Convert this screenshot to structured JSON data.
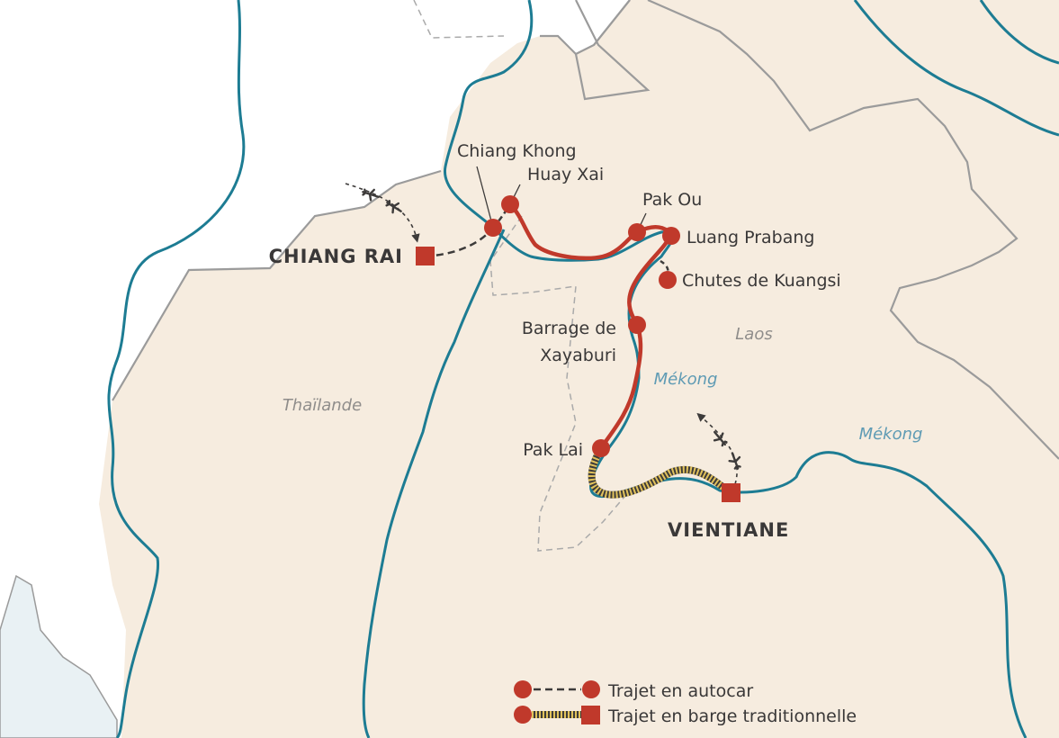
{
  "colors": {
    "land": "#f6ecdf",
    "land_light": "#e9f1f4",
    "border": "#9b9b9b",
    "river": "#1d7c93",
    "route": "#c0392b",
    "barge_stripe": "#e1c25c",
    "coach_dash": "#3d3b3a"
  },
  "cities": {
    "chiang_khong": "Chiang Khong",
    "huay_xai": "Huay Xai",
    "pak_ou": "Pak Ou",
    "luang_prabang": "Luang Prabang",
    "kuangsi": "Chutes de Kuangsi",
    "xayaburi_line1": "Barrage de",
    "xayaburi_line2": "Xayaburi",
    "pak_lai": "Pak Lai",
    "chiang_rai": "CHIANG RAI",
    "vientiane": "VIENTIANE"
  },
  "countries": {
    "thailand": "Thaïlande",
    "laos": "Laos"
  },
  "rivers": {
    "mekong_1": "Mékong",
    "mekong_2": "Mékong"
  },
  "legend": {
    "coach": "Trajet en autocar",
    "barge": "Trajet en barge traditionnelle"
  },
  "icons": {
    "flight": "airplane-icon",
    "stop": "circle-marker",
    "hub": "square-marker"
  }
}
